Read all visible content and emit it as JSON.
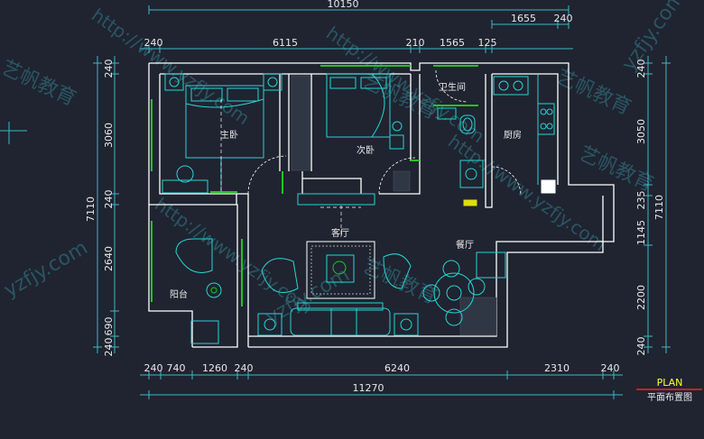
{
  "dims_top": {
    "overall": "10150",
    "kitchen_a": "1655",
    "kitchen_b": "240",
    "row2": [
      "240",
      "6115",
      "210",
      "1565",
      "125"
    ]
  },
  "dims_bottom": {
    "row1": [
      "240",
      "740",
      "1260",
      "240",
      "6240",
      "2310",
      "240"
    ],
    "overall": "11270"
  },
  "dims_left": {
    "segments": [
      "240",
      "3060",
      "240",
      "2640",
      "690",
      "240"
    ],
    "overall": "7110"
  },
  "dims_right": {
    "segments": [
      "240",
      "3050",
      "235",
      "1145",
      "2200",
      "240"
    ],
    "overall": "7110"
  },
  "rooms": {
    "master_bedroom": "主卧",
    "second_bedroom": "次卧",
    "bathroom": "卫生间",
    "kitchen": "厨房",
    "living_room": "客厅",
    "dining_room": "餐厅",
    "balcony": "阳台"
  },
  "legend": {
    "plan": "PLAN",
    "subtitle": "平面布置图"
  },
  "watermarks": {
    "url": "http://www.yzfjy.com",
    "url_short": "yzfjy.com",
    "brand": "艺帆教育"
  },
  "colors": {
    "background": "#1f2430",
    "wall": "#ffffff",
    "furniture": "#27d3d3",
    "green": "#21c421",
    "dim_line": "#3fb6c4",
    "plan_title": "#ffff33",
    "plan_underline": "#ff2020"
  }
}
